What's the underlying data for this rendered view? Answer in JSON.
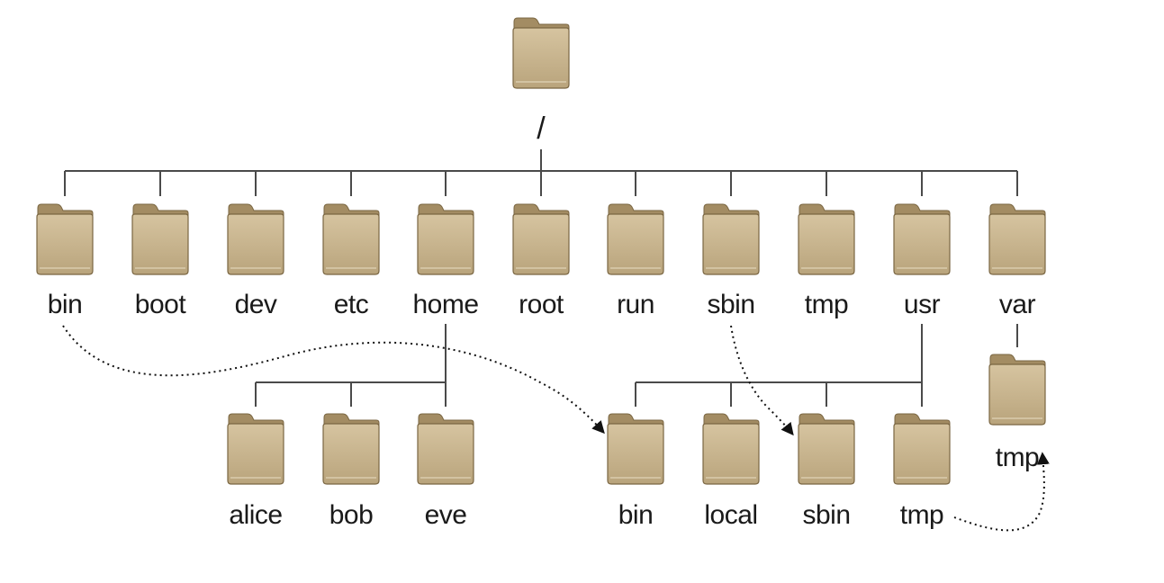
{
  "root": {
    "name": "/"
  },
  "level1": [
    {
      "name": "bin"
    },
    {
      "name": "boot"
    },
    {
      "name": "dev"
    },
    {
      "name": "etc"
    },
    {
      "name": "home"
    },
    {
      "name": "root"
    },
    {
      "name": "run"
    },
    {
      "name": "sbin"
    },
    {
      "name": "tmp"
    },
    {
      "name": "usr"
    },
    {
      "name": "var"
    }
  ],
  "home_children": [
    {
      "name": "alice"
    },
    {
      "name": "bob"
    },
    {
      "name": "eve"
    }
  ],
  "usr_children": [
    {
      "name": "bin"
    },
    {
      "name": "local"
    },
    {
      "name": "sbin"
    },
    {
      "name": "tmp"
    }
  ],
  "var_children": [
    {
      "name": "tmp"
    }
  ],
  "links": [
    {
      "from": "/bin",
      "to": "/usr/bin"
    },
    {
      "from": "/sbin",
      "to": "/usr/sbin"
    },
    {
      "from": "/usr/tmp",
      "to": "/var/tmp"
    }
  ],
  "colors": {
    "folder_body": "#c8b48e",
    "folder_tab": "#a38c63",
    "folder_edge": "#7a6642",
    "tree_line": "#4a4a4a"
  }
}
